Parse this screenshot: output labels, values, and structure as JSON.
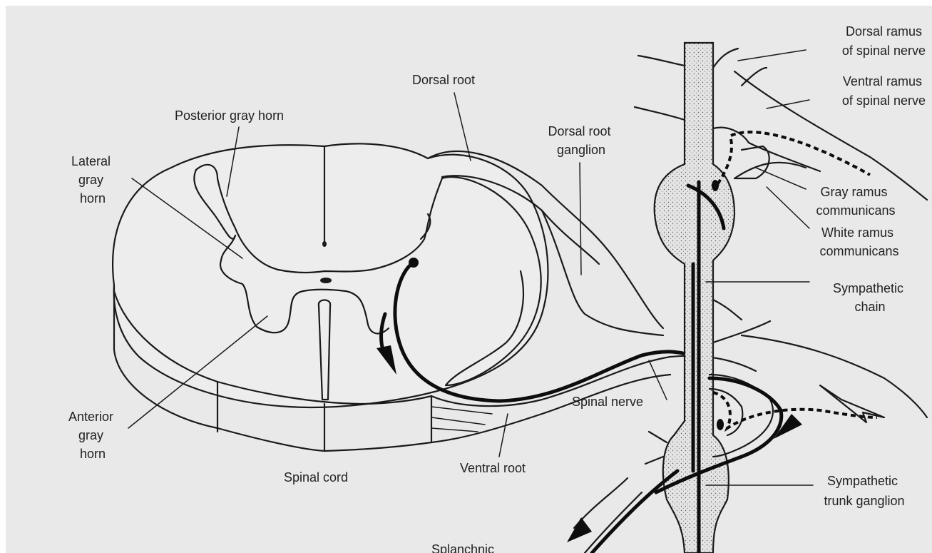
{
  "colors": {
    "background": "#e9e9e9",
    "ink": "#1a1a1a",
    "stipple": "#e4e4e4"
  },
  "labels": {
    "dorsal_ramus": [
      "Dorsal ramus",
      "of spinal nerve"
    ],
    "ventral_ramus": [
      "Ventral ramus",
      "of spinal nerve"
    ],
    "dorsal_root": [
      "Dorsal root"
    ],
    "posterior_gray_horn": [
      "Posterior gray horn"
    ],
    "dorsal_root_ganglion": [
      "Dorsal root",
      "ganglion"
    ],
    "lateral_gray_horn": [
      "Lateral",
      "gray",
      "horn"
    ],
    "gray_ramus": [
      "Gray ramus",
      "communicans"
    ],
    "white_ramus": [
      "White ramus",
      "communicans"
    ],
    "sympathetic_chain": [
      "Sympathetic",
      "chain"
    ],
    "anterior_gray_horn": [
      "Anterior",
      "gray",
      "horn"
    ],
    "spinal_nerve": [
      "Spinal nerve"
    ],
    "spinal_cord": [
      "Spinal cord"
    ],
    "ventral_root": [
      "Ventral root"
    ],
    "sympathetic_trunk_ganglion": [
      "Sympathetic",
      "trunk ganglion"
    ],
    "splanchnic": [
      "Splanchnic"
    ]
  }
}
